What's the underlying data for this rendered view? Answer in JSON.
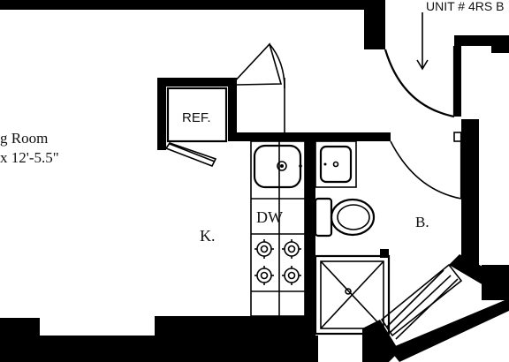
{
  "labels": {
    "unit": "UNIT # 4RS B",
    "living_room": "g Room",
    "living_room_size": "x 12'-5.5\"",
    "refrigerator": "REF.",
    "dishwasher": "DW",
    "kitchen": "K.",
    "bathroom": "B."
  },
  "colors": {
    "wall": "#000000",
    "background": "#ffffff"
  }
}
